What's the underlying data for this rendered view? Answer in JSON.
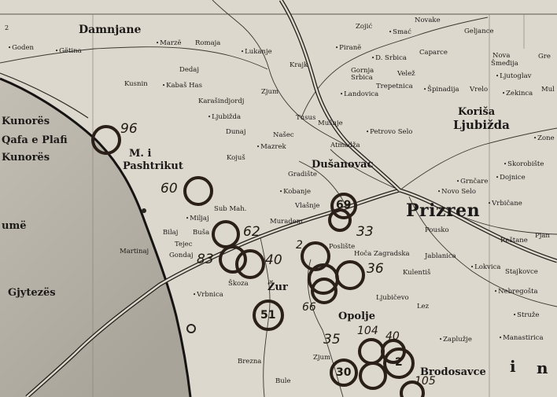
{
  "colors": {
    "paper": "#dcd8cd",
    "shaded_region": "#b3aea4",
    "ink": "#1c1a18",
    "marker_ink": "#2a1f19"
  },
  "labels": {
    "corner_mark": "2",
    "damnjane": "Damnjane",
    "goden": "Goden",
    "getina": "Gëtina",
    "marze": "Marzë",
    "romaja": "Romaja",
    "lukanje": "Lukanje",
    "dedaj": "Dedaj",
    "kusnin": "Kusnin",
    "kabas_has": "Kabaš Has",
    "karasindjordj": "Karašindjordj",
    "ljubizda_has": "Ljubižda",
    "krajk": "Krajk",
    "zjum": "Zjum",
    "pirane": "Piranë",
    "zojic": "Zojić",
    "smac": "Smać",
    "novake": "Novake",
    "geljance": "Geljance",
    "d_srbica": "D. Srbica",
    "caparce": "Caparce",
    "nova": "Nova",
    "smedija": "Šmeđija",
    "gre": "Gre",
    "gornja": "Gornja",
    "srbica": "Srbica",
    "velez": "Velež",
    "ljutoglav": "Ljutoglav",
    "landovica": "Landovica",
    "trepetnica": "Trepetnica",
    "spinadija": "Špinadija",
    "vrelo": "Vrelo",
    "zekinca": "Zekinca",
    "mul": "Mul",
    "korisa": "Koriša",
    "ljubizda": "Ljubižda",
    "zone": "Zone",
    "tusus": "Tusus",
    "musnje": "Mušnje",
    "petrovo_selo": "Petrovo Selo",
    "dunaj": "Dunaj",
    "nasec": "Našec",
    "mazrek": "Mazrek",
    "kojus": "Kojuš",
    "atmadza": "Atmadža",
    "dusanovac": "Dušanovac",
    "gradiste": "Gradište",
    "kobanje": "Kobanje",
    "vlasnje": "Vlašnje",
    "sub_mah": "Sub Mah.",
    "miljaj": "Miljaj",
    "muradem": "Muradem",
    "bilaj": "Bilaj",
    "busa": "Buša",
    "tejec": "Tejec",
    "gondaj": "Gondaj",
    "martinaj": "Martinaj",
    "skoza": "Škoza",
    "vrbnica": "Vrbnica",
    "zur": "Žur",
    "poslište": "Poslište",
    "hoca": "Hoča Zagradska",
    "jablanica": "Jablanica",
    "lokvica": "Lokvica",
    "kulentis": "Kulentiš",
    "stajkovce": "Stajkovce",
    "nebregosta": "Nebregošta",
    "ljubicevo": "Ljubičevo",
    "lez": "Lez",
    "struze": "Struže",
    "zapluzje": "Zaplužje",
    "manastirica": "Manastirica",
    "opolje": "Opolje",
    "zjum_south": "Zjum",
    "brezna": "Brezna",
    "bule": "Bule",
    "brodosavce": "Brodosavce",
    "prizren": "Prizren",
    "pousko": "Pousko",
    "novo_selo": "Novo Selo",
    "grncare": "Grnčare",
    "dojnice": "Dojnice",
    "vrbicane": "Vrbičane",
    "skorobiste": "Skorobište",
    "restane": "Reštane",
    "pjan": "Pjan",
    "kunores_1": "Kunorës",
    "qafa_e_plafi": "Qafa e Plafi",
    "kunores_2": "Kunorës",
    "m_i": "M. i",
    "pashtrikut": "Pashtrikut",
    "gjytezes": "Gjytezës",
    "ume": "umë",
    "letter_i": "i",
    "letter_n": "n"
  },
  "handwritten": {
    "n96": "96",
    "n60": "60",
    "n62": "62",
    "n83": "83",
    "n40a": "40",
    "n69": "69",
    "n33": "33",
    "n2a": "2",
    "n36": "36",
    "n66": "66",
    "n51": "51",
    "n35": "35",
    "n104": "104",
    "n40b": "40",
    "n2b": "2",
    "n30": "30",
    "n105": "105"
  }
}
